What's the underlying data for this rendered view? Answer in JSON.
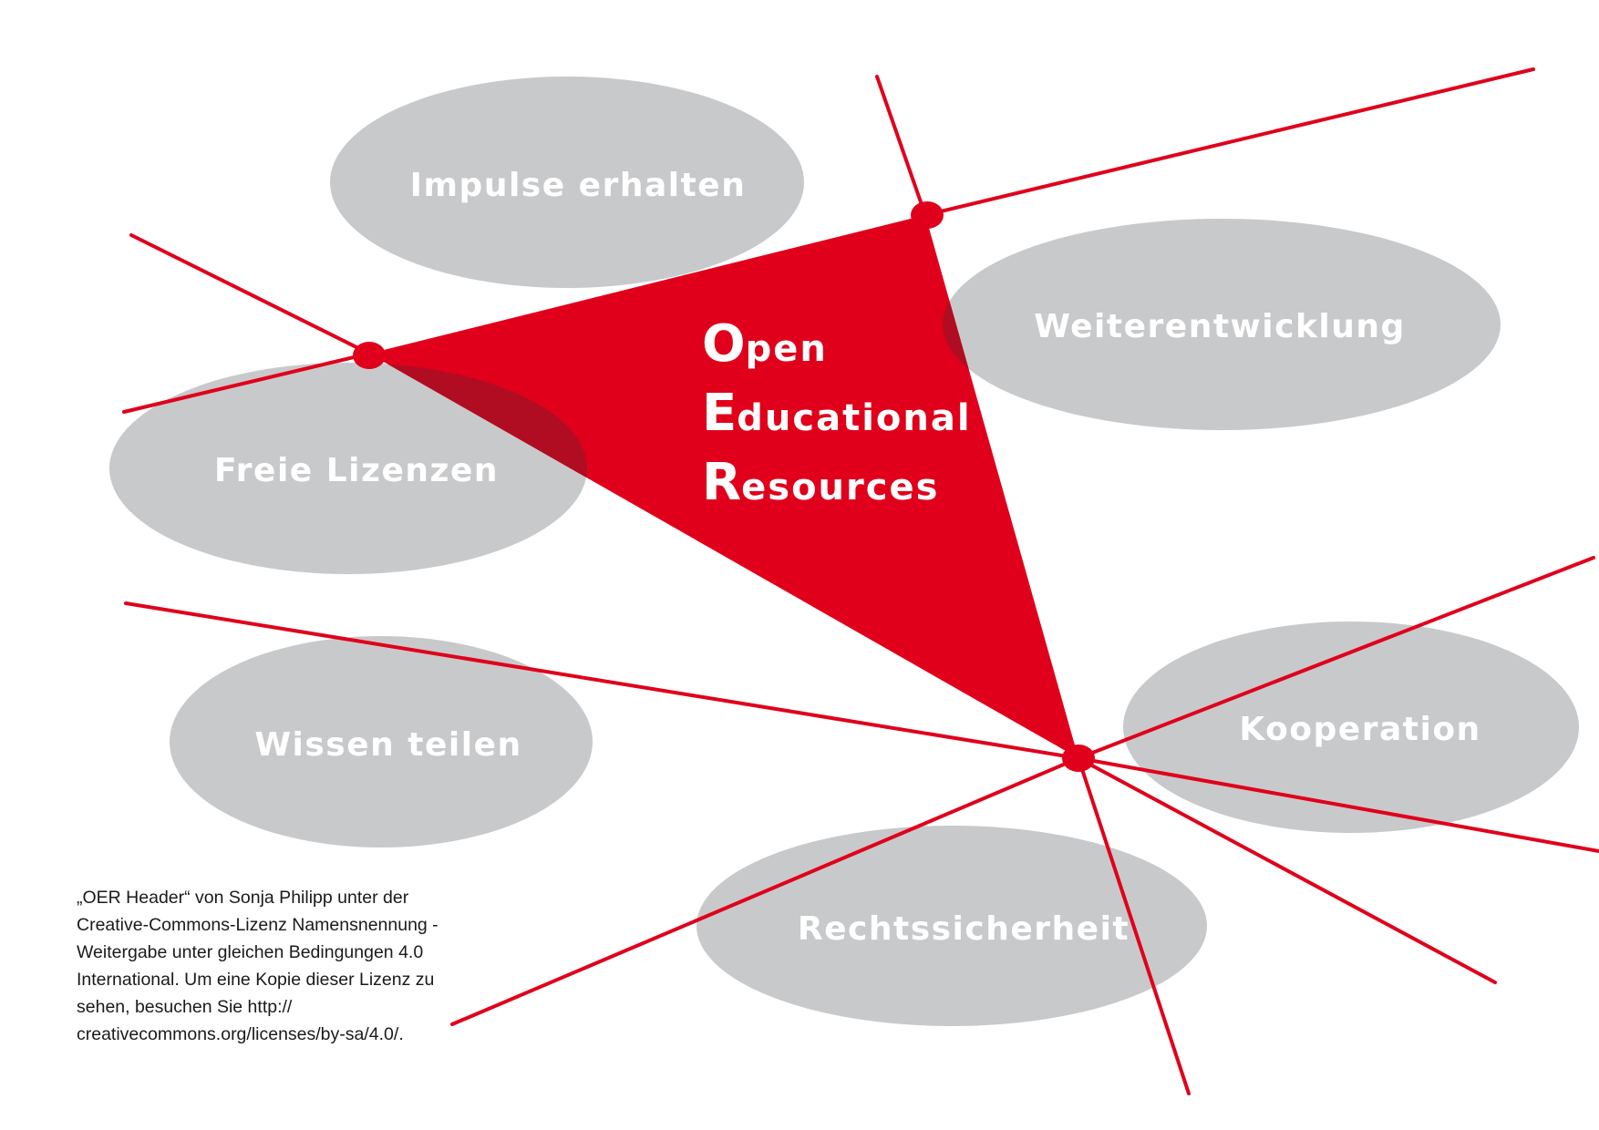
{
  "bubbles": [
    {
      "id": "impulse",
      "label": "Impulse erhalten"
    },
    {
      "id": "weiter",
      "label": "Weiterentwicklung"
    },
    {
      "id": "freie",
      "label": "Freie Lizenzen"
    },
    {
      "id": "wissen",
      "label": "Wissen teilen"
    },
    {
      "id": "kooperation",
      "label": "Kooperation"
    },
    {
      "id": "recht",
      "label": "Rechtssicherheit"
    }
  ],
  "oer": [
    {
      "initial": "O",
      "rest": "pen"
    },
    {
      "initial": "E",
      "rest": "ducational"
    },
    {
      "initial": "R",
      "rest": "esources"
    }
  ],
  "colors": {
    "accent": "#e0001b",
    "bubble": "#c8c9cb",
    "overlap": "#b00d22"
  },
  "credit": {
    "lines": [
      "„OER Header“  von Sonja Philipp  unter der",
      "Creative-Commons-Lizenz Namensnennung -",
      "Weitergabe unter gleichen Bedingungen 4.0",
      "International. Um eine Kopie dieser Lizenz zu",
      "sehen, besuchen Sie http://",
      "creativecommons.org/licenses/by-sa/4.0/."
    ]
  }
}
